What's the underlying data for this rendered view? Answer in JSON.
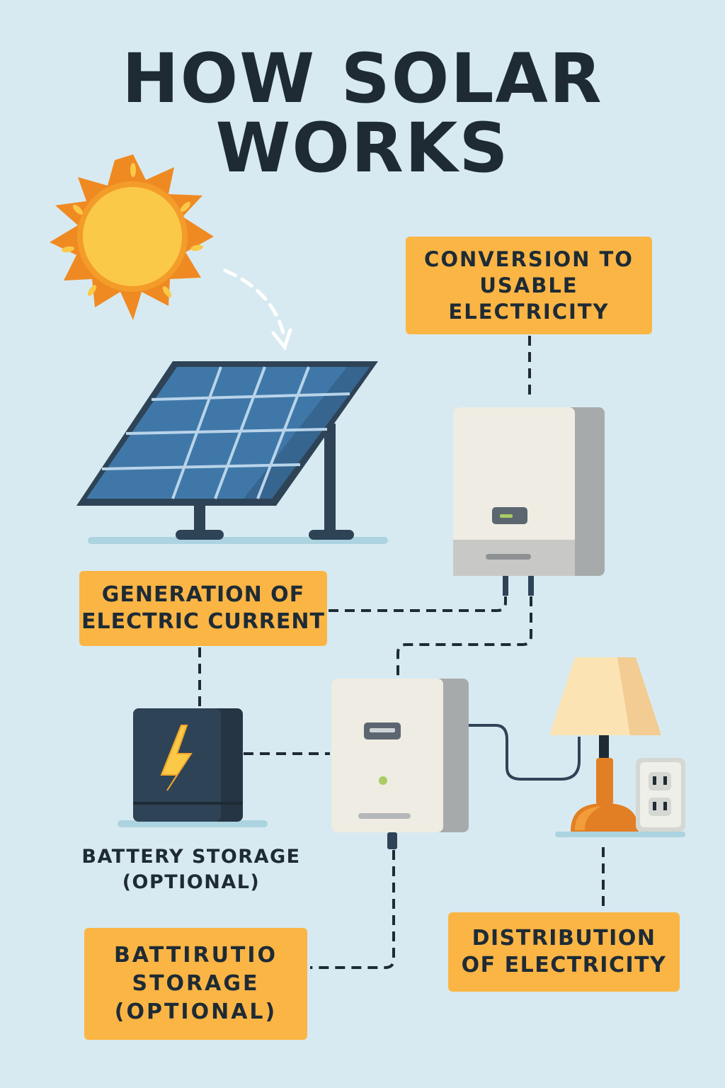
{
  "title": {
    "line1": "HOW SOLAR",
    "line2": "WORKS"
  },
  "labels": {
    "conversion": [
      "CONVERSION TO",
      "USABLE",
      "ELECTRICITY"
    ],
    "generation": [
      "GENERATION OF",
      "ELECTRIC CURRENT"
    ],
    "battery_plain": [
      "BATTERY STORAGE",
      "(OPTIONAL)"
    ],
    "battery_box": [
      "BATTIRUTIO",
      "STORAGE",
      "(OPTIONAL)"
    ],
    "distribution": [
      "DISTRIBUTION",
      "OF ELECTRICITY"
    ]
  },
  "colors": {
    "background": "#d8eaf1",
    "label_fill": "#fbb545",
    "text": "#1e2b35",
    "sun_rays": "#ef8a22",
    "sun_core": "#fbc948",
    "panel_cells": "#3f78a8",
    "panel_frame": "#2e4356",
    "device_body": "#efece3",
    "device_side": "#a7aaab",
    "battery": "#2e4356",
    "lamp_shade": "#fbe3b4",
    "lamp_base": "#e27f24"
  },
  "icons": [
    "sun-icon",
    "solar-panel-icon",
    "inverter-icon",
    "charge-controller-icon",
    "battery-icon",
    "lamp-icon",
    "outlet-icon"
  ]
}
